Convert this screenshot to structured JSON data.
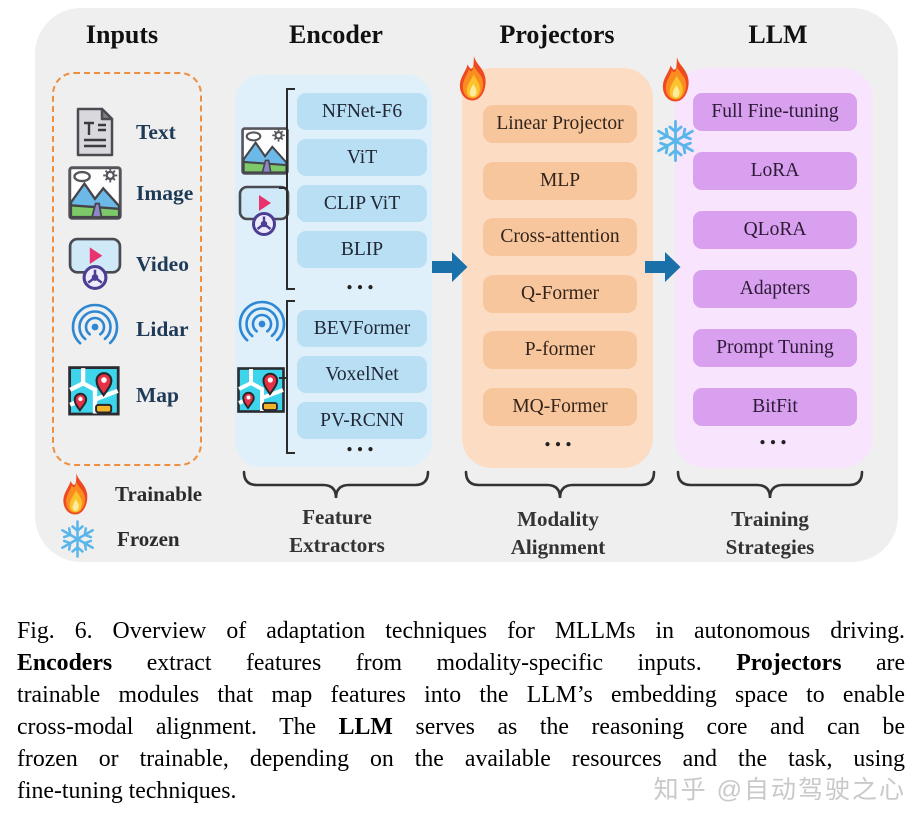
{
  "figure": {
    "headers": {
      "inputs": "Inputs",
      "encoder": "Encoder",
      "projectors": "Projectors",
      "llm": "LLM"
    },
    "inputs": {
      "items": [
        {
          "icon": "text-document-icon",
          "label": "Text"
        },
        {
          "icon": "image-icon",
          "label": "Image"
        },
        {
          "icon": "video-icon",
          "label": "Video"
        },
        {
          "icon": "lidar-icon",
          "label": "Lidar"
        },
        {
          "icon": "map-icon",
          "label": "Map"
        }
      ]
    },
    "legend": {
      "trainable": {
        "icon": "fire-icon",
        "label": "Trainable"
      },
      "frozen": {
        "icon": "snowflake-icon",
        "label": "Frozen"
      }
    },
    "encoder": {
      "vision_models": [
        "NFNet-F6",
        "ViT",
        "CLIP ViT",
        "BLIP"
      ],
      "pointcloud_models": [
        "BEVFormer",
        "VoxelNet",
        "PV-RCNN"
      ],
      "ellipsis": "...",
      "brace_label": {
        "line1": "Feature",
        "line2": "Extractors"
      }
    },
    "projectors": {
      "badge_icon": "fire-icon",
      "items": [
        "Linear Projector",
        "MLP",
        "Cross-attention",
        "Q-Former",
        "P-former",
        "MQ-Former"
      ],
      "ellipsis": "...",
      "brace_label": {
        "line1": "Modality",
        "line2": "Alignment"
      }
    },
    "llm": {
      "badge_icons": [
        "fire-icon",
        "snowflake-icon"
      ],
      "items": [
        "Full Fine-tuning",
        "LoRA",
        "QLoRA",
        "Adapters",
        "Prompt Tuning",
        "BitFit"
      ],
      "ellipsis": "...",
      "brace_label": {
        "line1": "Training",
        "line2": "Strategies"
      }
    },
    "colors": {
      "panel": "#efeff0",
      "dashed_border": "#ed8f3e",
      "encoder_container": "#dff0fb",
      "encoder_item": "#b9dff4",
      "projector_container": "#fcdcc3",
      "projector_item": "#f8c69d",
      "llm_container": "#f8e4fc",
      "llm_item": "#d8a0ef",
      "arrow": "#1a70a9"
    }
  },
  "caption": {
    "lines": [
      [
        {
          "t": "Fig. 6.  Overview of adaptation techniques for MLLMs in autonomous driving.",
          "b": false
        }
      ],
      [
        {
          "t": "Encoders",
          "b": true
        },
        {
          "t": " extract features from modality-specific inputs. ",
          "b": false
        },
        {
          "t": "Projectors",
          "b": true
        },
        {
          "t": " are",
          "b": false
        }
      ],
      [
        {
          "t": "trainable modules that map features into the LLM’s embedding space to enable",
          "b": false
        }
      ],
      [
        {
          "t": "cross-modal alignment. The ",
          "b": false
        },
        {
          "t": "LLM",
          "b": true
        },
        {
          "t": " serves as the reasoning core and can be",
          "b": false
        }
      ],
      [
        {
          "t": "frozen or trainable, depending on the available resources and the task, using",
          "b": false
        }
      ],
      [
        {
          "t": "fine-tuning techniques.",
          "b": false
        }
      ]
    ]
  },
  "watermark": "知乎 @自动驾驶之心"
}
